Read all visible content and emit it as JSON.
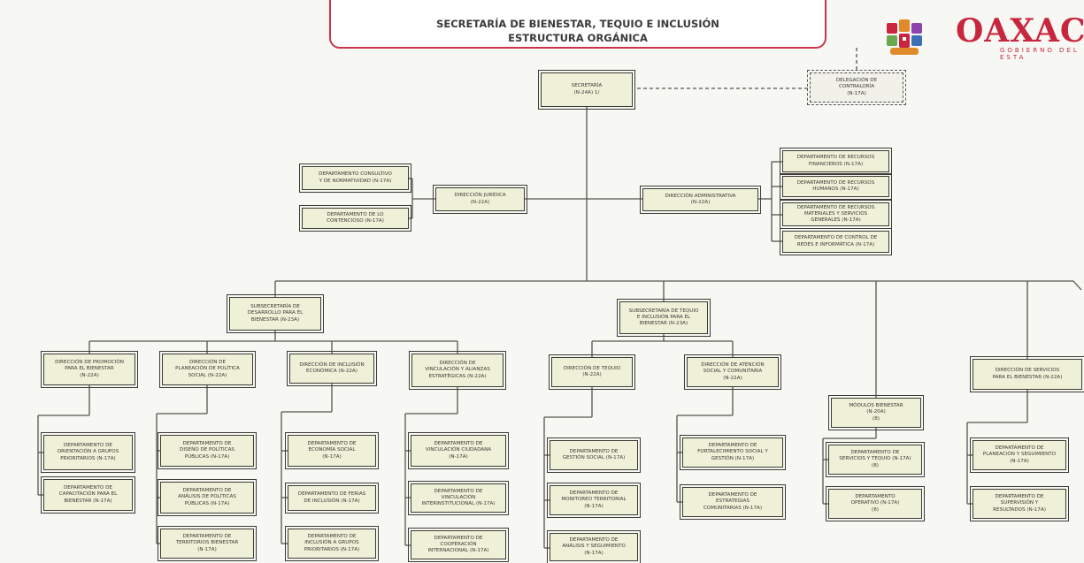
{
  "header": {
    "title_line1": "SECRETARÍA DE BIENESTAR, TEQUIO E INCLUSIÓN",
    "title_line2": "ESTRUCTURA ORGÁNICA"
  },
  "logo": {
    "word": "OAXAC",
    "sub": "GOBIERNO DEL ESTA",
    "colors": [
      "#c8263e",
      "#e08a2a",
      "#6aa84f",
      "#3d6fb6",
      "#8e44ad"
    ]
  },
  "org": {
    "secretaria": [
      "SECRETARÍA",
      "(N-24A) 1/"
    ],
    "contraloria": [
      "DELEGACIÓN DE",
      "CONTRALORÍA",
      "(N-17A)"
    ],
    "dir_juridica": [
      "DIRECCIÓN JURÍDICA",
      "(N-22A)"
    ],
    "dep_consultivo": [
      "DEPARTAMENTO CONSULTIVO",
      "Y DE NORMATIVIDAD (N-17A)"
    ],
    "dep_contencioso": [
      "DEPARTAMENTO DE LO",
      "CONTENCIOSO (N-17A)"
    ],
    "dir_admin": [
      "DIRECCIÓN ADMINISTRATIVA",
      "(N-22A)"
    ],
    "dep_financieros": [
      "DEPARTAMENTO DE RECURSOS",
      "FINANCIEROS (N-17A)"
    ],
    "dep_humanos": [
      "DEPARTAMENTO DE RECURSOS",
      "HUMANOS (N-17A)"
    ],
    "dep_materiales": [
      "DEPARTAMENTO DE RECURSOS",
      "MATERIALES Y SERVICIOS",
      "GENERALES (N-17A)"
    ],
    "dep_redes": [
      "DEPARTAMENTO DE CONTROL DE",
      "REDES E INFORMÁTICA (N-17A)"
    ],
    "sub_desarrollo": [
      "SUBSECRETARÍA DE",
      "DESARROLLO PARA EL",
      "BIENESTAR (N-23A)"
    ],
    "sub_tequio": [
      "SUBSECRETARÍA DE TEQUIO",
      "E INCLUSIÓN PARA EL",
      "BIENESTAR (N-23A)"
    ],
    "dir_promocion": [
      "DIRECCIÓN DE PROMOCIÓN",
      "PARA EL BIENESTAR",
      "(N-22A)"
    ],
    "dir_planeacion": [
      "DIRECCIÓN DE",
      "PLANEACIÓN DE POLÍTICA",
      "SOCIAL (N-22A)"
    ],
    "dir_inclusion": [
      "DIRECCIÓN DE INCLUSIÓN",
      "ECONÓMICA (N-22A)"
    ],
    "dir_vinculacion": [
      "DIRECCIÓN DE",
      "VINCULACIÓN Y ALIANZAS",
      "ESTRATÉGICAS (N-22A)"
    ],
    "dir_tequio": [
      "DIRECCIÓN DE TEQUIO",
      "(N-22A)"
    ],
    "dir_atencion": [
      "DIRECCIÓN DE ATENCIÓN",
      "SOCIAL Y COMUNITARIA",
      "(N-22A)"
    ],
    "modulos": [
      "MÓDULOS BIENESTAR",
      "(N-20A)",
      "(8)"
    ],
    "dir_servicios": [
      "DIRECCIÓN DE SERVICIOS",
      "PARA EL BIENESTAR (N-22A)"
    ],
    "dep_orientacion": [
      "DEPARTAMENTO DE",
      "ORIENTACIÓN A GRUPOS",
      "PRIORITARIOS (N-17A)"
    ],
    "dep_capacitacion": [
      "DEPARTAMENTO DE",
      "CAPACITACIÓN PARA EL",
      "BIENESTAR (N-17A)"
    ],
    "dep_diseno": [
      "DEPARTAMENTO DE",
      "DISEÑO DE POLÍTICAS",
      "PÚBLICAS (N-17A)"
    ],
    "dep_analisis_pol": [
      "DEPARTAMENTO DE",
      "ANÁLISIS DE POLÍTICAS",
      "PÚBLICAS (N-17A)"
    ],
    "dep_territorios": [
      "DEPARTAMENTO DE",
      "TERRITORIOS BIENESTAR",
      "(N-17A)"
    ],
    "dep_economia": [
      "DEPARTAMENTO DE",
      "ECONOMÍA SOCIAL",
      "(N-17A)"
    ],
    "dep_ferias": [
      "DEPARTAMENTO DE FERIAS",
      "DE INCLUSIÓN (N-17A)"
    ],
    "dep_inclusion_grupos": [
      "DEPARTAMENTO DE",
      "INCLUSIÓN A GRUPOS",
      "PRIORITARIOS (N-17A)"
    ],
    "dep_vinc_ciudadana": [
      "DEPARTAMENTO DE",
      "VINCULACIÓN CIUDADANA",
      "(N-17A)"
    ],
    "dep_vinc_inter": [
      "DEPARTAMENTO DE",
      "VINCULACIÓN",
      "INTERINSTITUCIONAL (N-17A)"
    ],
    "dep_cooperacion": [
      "DEPARTAMENTO DE",
      "COOPERACIÓN",
      "INTERNACIONAL (N-17A)"
    ],
    "dep_gestion_social": [
      "DEPARTAMENTO DE",
      "GESTIÓN SOCIAL (N-17A)"
    ],
    "dep_monitoreo": [
      "DEPARTAMENTO DE",
      "MONITOREO TERRITORIAL",
      "(N-17A)"
    ],
    "dep_analisis_seg": [
      "DEPARTAMENTO DE",
      "ANÁLISIS Y SEGUIMIENTO",
      "(N-17A)"
    ],
    "dep_fortalecimiento": [
      "DEPARTAMENTO DE",
      "FORTALECIMIENTO SOCIAL Y",
      "GESTIÓN (N-17A)"
    ],
    "dep_estrategias": [
      "DEPARTAMENTO DE",
      "ESTRATEGIAS",
      "COMUNITARIAS (N-17A)"
    ],
    "dep_servicios_tequio": [
      "DEPARTAMENTO DE",
      "SERVICIOS Y TEQUIO (N-17A)",
      "(8)"
    ],
    "dep_operativo": [
      "DEPARTAMENTO",
      "OPERATIVO (N-17A)",
      "(8)"
    ],
    "dep_planeacion_seg": [
      "DEPARTAMENTO DE",
      "PLANEACIÓN Y SEGUIMIENTO",
      "(N-17A)"
    ],
    "dep_supervision": [
      "DEPARTAMENTO DE",
      "SUPERVISIÓN Y",
      "RESULTADOS (N-17A)"
    ]
  }
}
